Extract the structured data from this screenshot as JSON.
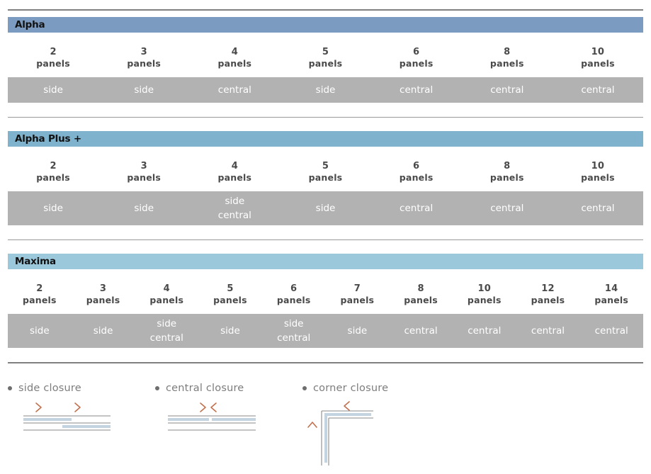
{
  "colors": {
    "alpha_header_bg": "#7b9cc0",
    "alpha_plus_header_bg": "#7fb3cd",
    "maxima_header_bg": "#9cc8dc",
    "value_bar_bg": "#b2b2b2",
    "value_text": "#ffffff",
    "header_text": "#111111",
    "column_text": "#4a4a4a",
    "legend_text": "#7d7d7d",
    "bullet": "#6e6e6e",
    "arrow": "#c0714e",
    "panel_fill": "#c3d4e0",
    "outline": "#8a8a8a",
    "rule": "#808080"
  },
  "unit_label": "panels",
  "sections": [
    {
      "title": "Alpha",
      "columns": [
        {
          "count": "2",
          "unit": "panels",
          "closures": [
            "side"
          ]
        },
        {
          "count": "3",
          "unit": "panels",
          "closures": [
            "side"
          ]
        },
        {
          "count": "4",
          "unit": "panels",
          "closures": [
            "central"
          ]
        },
        {
          "count": "5",
          "unit": "panels",
          "closures": [
            "side"
          ]
        },
        {
          "count": "6",
          "unit": "panels",
          "closures": [
            "central"
          ]
        },
        {
          "count": "8",
          "unit": "panels",
          "closures": [
            "central"
          ]
        },
        {
          "count": "10",
          "unit": "panels",
          "closures": [
            "central"
          ]
        }
      ]
    },
    {
      "title": "Alpha Plus +",
      "columns": [
        {
          "count": "2",
          "unit": "panels",
          "closures": [
            "side"
          ]
        },
        {
          "count": "3",
          "unit": "panels",
          "closures": [
            "side"
          ]
        },
        {
          "count": "4",
          "unit": "panels",
          "closures": [
            "side",
            "central"
          ]
        },
        {
          "count": "5",
          "unit": "panels",
          "closures": [
            "side"
          ]
        },
        {
          "count": "6",
          "unit": "panels",
          "closures": [
            "central"
          ]
        },
        {
          "count": "8",
          "unit": "panels",
          "closures": [
            "central"
          ]
        },
        {
          "count": "10",
          "unit": "panels",
          "closures": [
            "central"
          ]
        }
      ]
    },
    {
      "title": "Maxima",
      "columns": [
        {
          "count": "2",
          "unit": "panels",
          "closures": [
            "side"
          ]
        },
        {
          "count": "3",
          "unit": "panels",
          "closures": [
            "side"
          ]
        },
        {
          "count": "4",
          "unit": "panels",
          "closures": [
            "side",
            "central"
          ]
        },
        {
          "count": "5",
          "unit": "panels",
          "closures": [
            "side"
          ]
        },
        {
          "count": "6",
          "unit": "panels",
          "closures": [
            "side",
            "central"
          ]
        },
        {
          "count": "7",
          "unit": "panels",
          "closures": [
            "side"
          ]
        },
        {
          "count": "8",
          "unit": "panels",
          "closures": [
            "central"
          ]
        },
        {
          "count": "10",
          "unit": "panels",
          "closures": [
            "central"
          ]
        },
        {
          "count": "12",
          "unit": "panels",
          "closures": [
            "central"
          ]
        },
        {
          "count": "14",
          "unit": "panels",
          "closures": [
            "central"
          ]
        }
      ]
    }
  ],
  "legend": [
    {
      "label": "side closure",
      "icon": "side-closure-diagram"
    },
    {
      "label": "central closure",
      "icon": "central-closure-diagram"
    },
    {
      "label": "corner closure",
      "icon": "corner-closure-diagram"
    }
  ]
}
